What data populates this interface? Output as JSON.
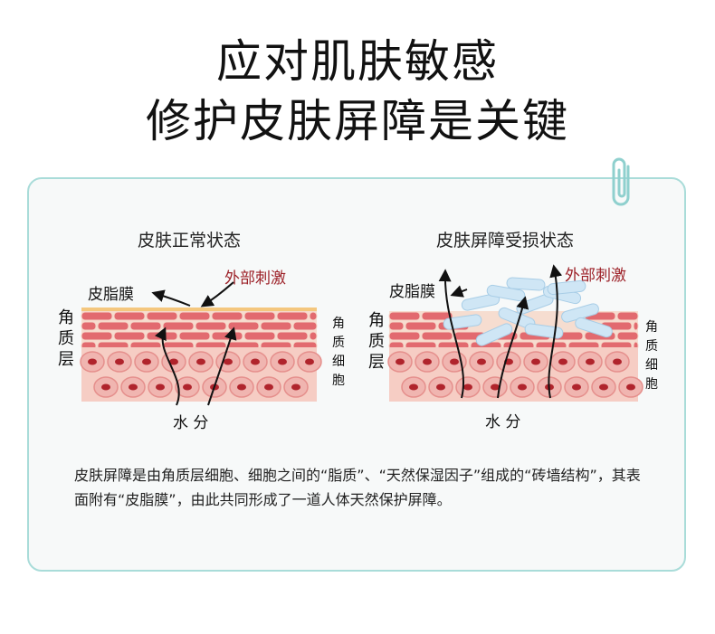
{
  "title": {
    "line1": "应对肌肤敏感",
    "line2": "修护皮肤屏障是关键"
  },
  "left_panel": {
    "title": "皮肤正常状态",
    "sebum_label": "皮脂膜",
    "stimulus_label": "外部刺激",
    "stratum_label_chars": [
      "角",
      "质",
      "层"
    ],
    "cell_label_chars": [
      "角",
      "质",
      "细",
      "胞"
    ],
    "water_label": "水 分"
  },
  "right_panel": {
    "title": "皮肤屏障受损状态",
    "sebum_label": "皮脂膜",
    "stimulus_label": "外部刺激",
    "stratum_label_chars": [
      "角",
      "质",
      "层"
    ],
    "cell_label_chars": [
      "角",
      "质",
      "细",
      "胞"
    ],
    "water_label": "水 分"
  },
  "description": "皮肤屏障是由角质层细胞、细胞之间的“脂质”、“天然保湿因子”组成的“砖墙结构”，其表面附有“皮脂膜”，由此共同形成了一道人体天然保护屏障。",
  "colors": {
    "card_border": "#a9dcd9",
    "accent_red": "#9c2027",
    "brick": "#e26a6f",
    "cell_fill": "#f0b5b0",
    "nucleus": "#b0242c",
    "damaged_flake": "#cfe6f5"
  }
}
